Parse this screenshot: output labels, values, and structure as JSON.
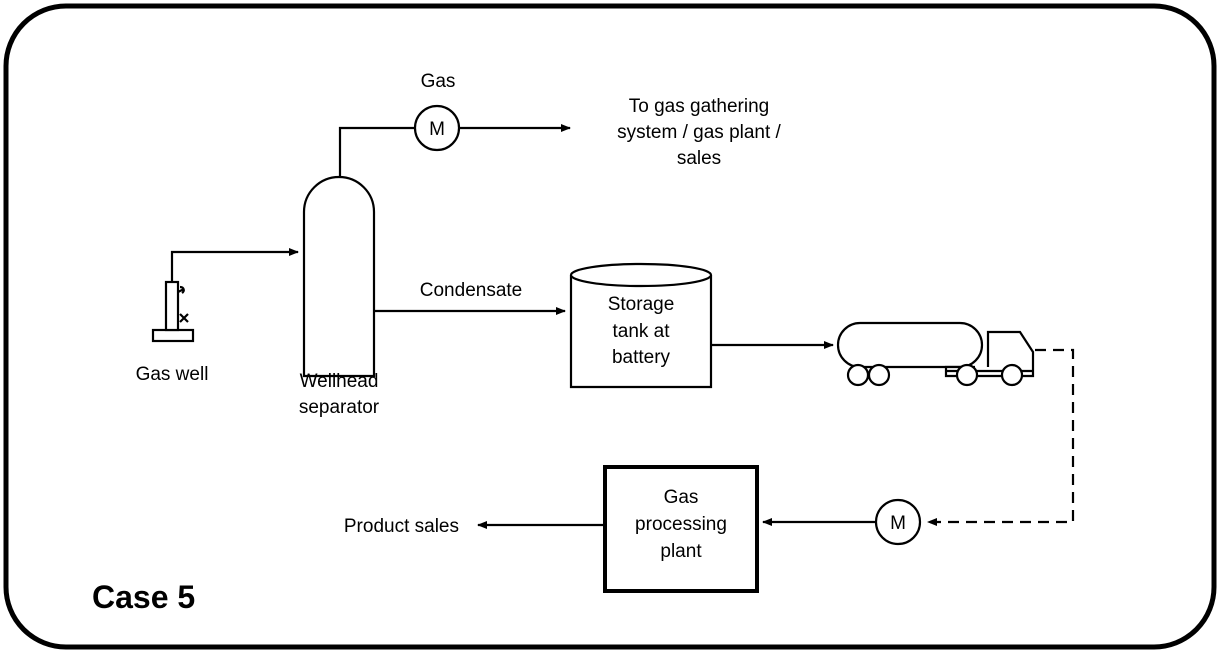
{
  "case_label": "Case 5",
  "labels": {
    "gas": "Gas",
    "meter": "M",
    "to_gas_line1": "To gas gathering",
    "to_gas_line2": "system / gas plant /",
    "to_gas_line3": "sales",
    "condensate": "Condensate",
    "gas_well": "Gas well",
    "separator_line1": "Wellhead",
    "separator_line2": "separator",
    "storage_line1": "Storage",
    "storage_line2": "tank at",
    "storage_line3": "battery",
    "plant_line1": "Gas",
    "plant_line2": "processing",
    "plant_line3": "plant",
    "product_sales": "Product sales"
  }
}
